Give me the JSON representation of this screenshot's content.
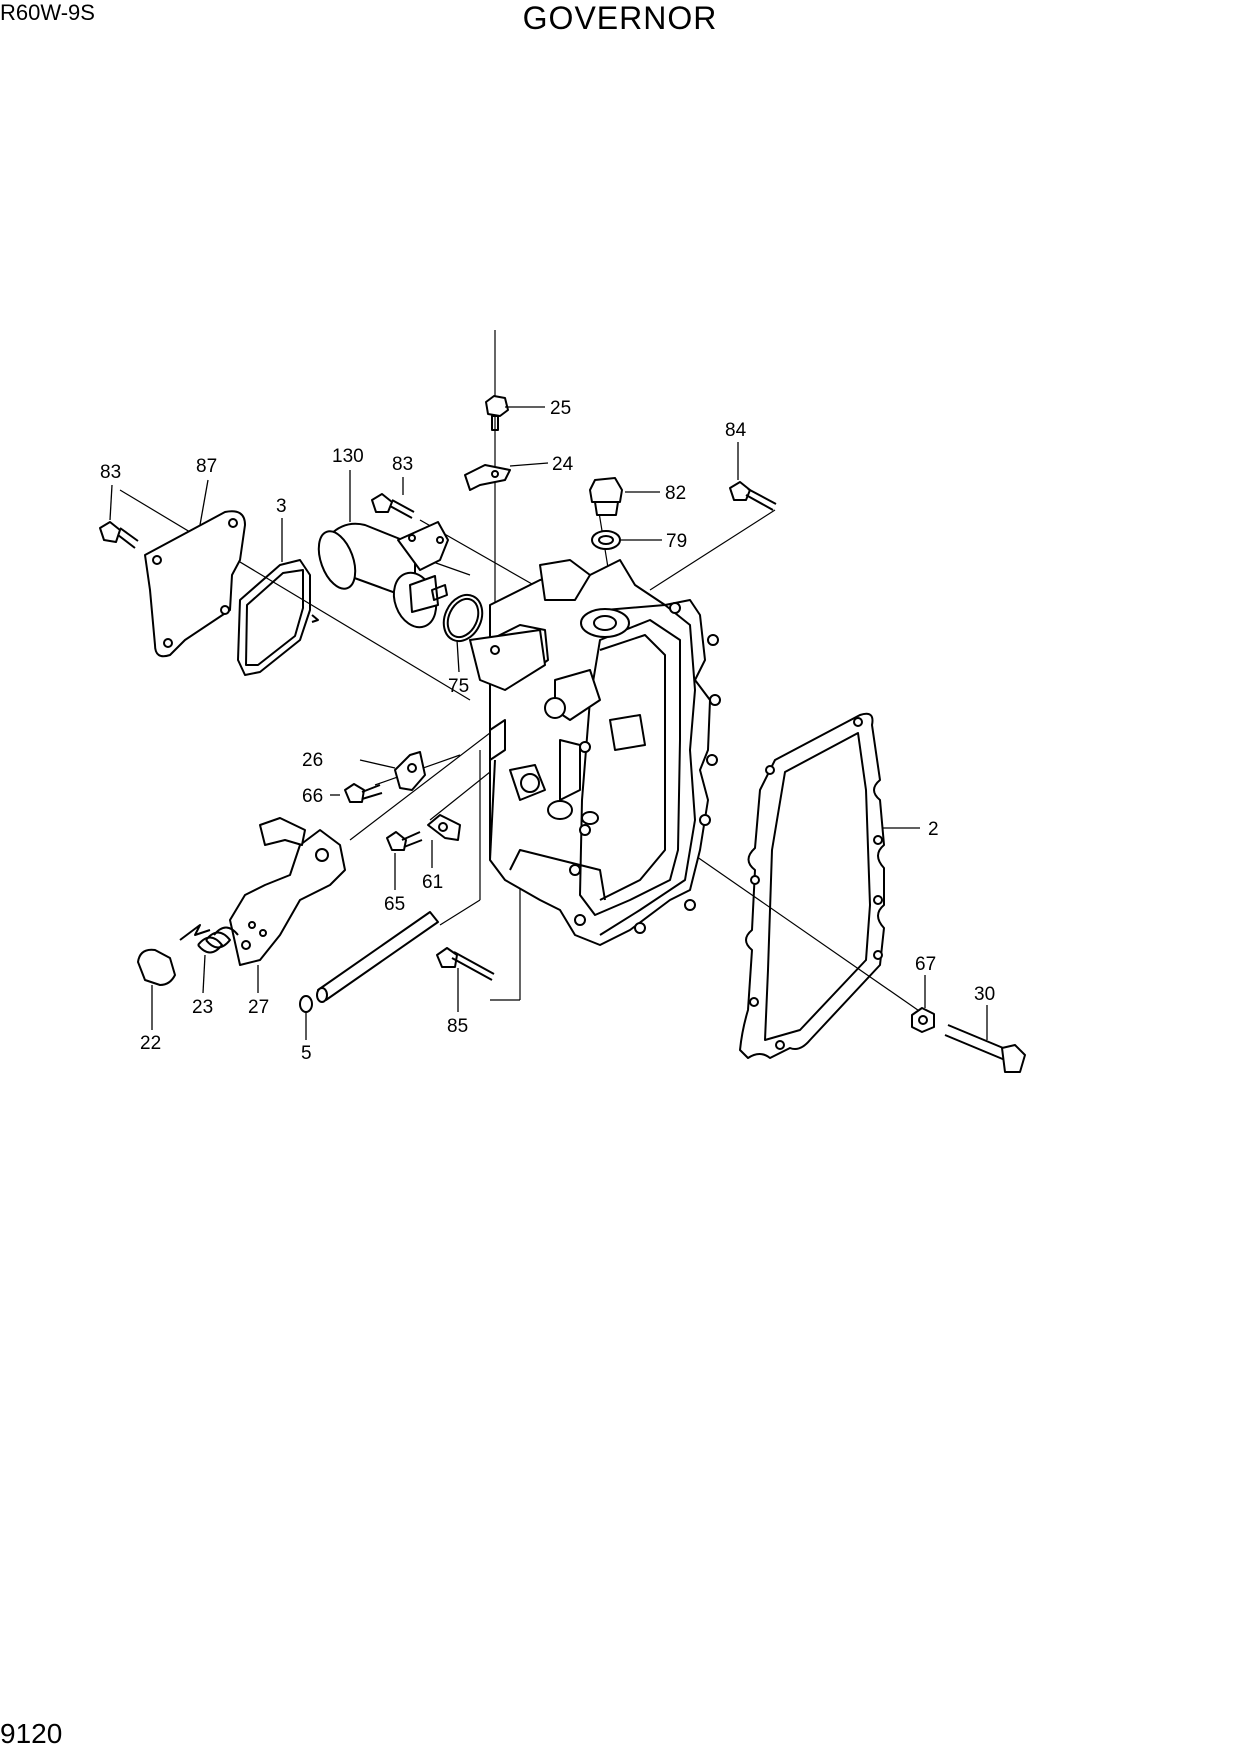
{
  "header": {
    "model": "R60W-9S",
    "title": "GOVERNOR"
  },
  "footer": {
    "page_number": "9120"
  },
  "callouts": {
    "c25": "25",
    "c24": "24",
    "c84": "84",
    "c82": "82",
    "c79": "79",
    "c83a": "83",
    "c87": "87",
    "c130": "130",
    "c83b": "83",
    "c3": "3",
    "c75": "75",
    "c26": "26",
    "c66": "66",
    "c65": "65",
    "c61": "61",
    "c2": "2",
    "c23": "23",
    "c27": "27",
    "c22": "22",
    "c5": "5",
    "c85": "85",
    "c67": "67",
    "c30": "30"
  }
}
